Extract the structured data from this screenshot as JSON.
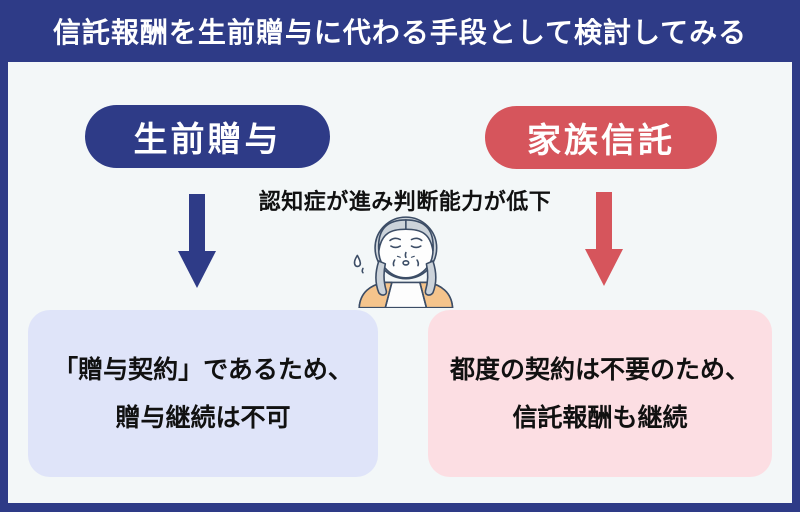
{
  "colors": {
    "navy": "#2e3b87",
    "red": "#d6555c",
    "content_bg": "#f3f7f8",
    "gift_box_bg": "#dfe4f9",
    "trust_box_bg": "#fcdee3",
    "text": "#111111",
    "white": "#ffffff"
  },
  "header": {
    "title": "信託報酬を生前贈与に代わる手段として検討してみる"
  },
  "gift_column": {
    "pill_label": "生前贈与",
    "box_line1": "「贈与契約」であるため、",
    "box_line2": "贈与継続は不可"
  },
  "trust_column": {
    "pill_label": "家族信託",
    "box_line1": "都度の契約は不要のため、",
    "box_line2": "信託報酬も継続"
  },
  "center": {
    "caption": "認知症が進み判断能力が低下",
    "illustration": "worried-elderly-woman"
  }
}
